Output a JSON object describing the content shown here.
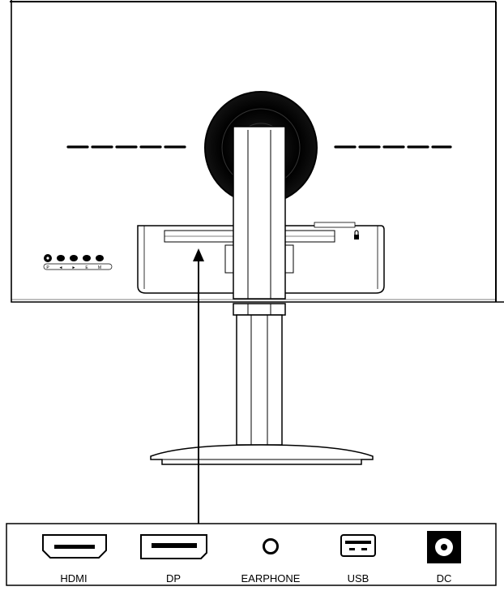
{
  "diagram": {
    "ports": [
      {
        "id": "hdmi",
        "label": "HDMI",
        "icon": "hdmi-port-icon"
      },
      {
        "id": "dp",
        "label": "DP",
        "icon": "displayport-icon"
      },
      {
        "id": "earphone",
        "label": "EARPHONE",
        "icon": "earphone-jack-icon"
      },
      {
        "id": "usb",
        "label": "USB",
        "icon": "usb-port-icon"
      },
      {
        "id": "dc",
        "label": "DC",
        "icon": "dc-power-icon"
      }
    ],
    "control_buttons": {
      "labels": [
        "P",
        "◄",
        "►",
        "E",
        "M"
      ]
    }
  }
}
